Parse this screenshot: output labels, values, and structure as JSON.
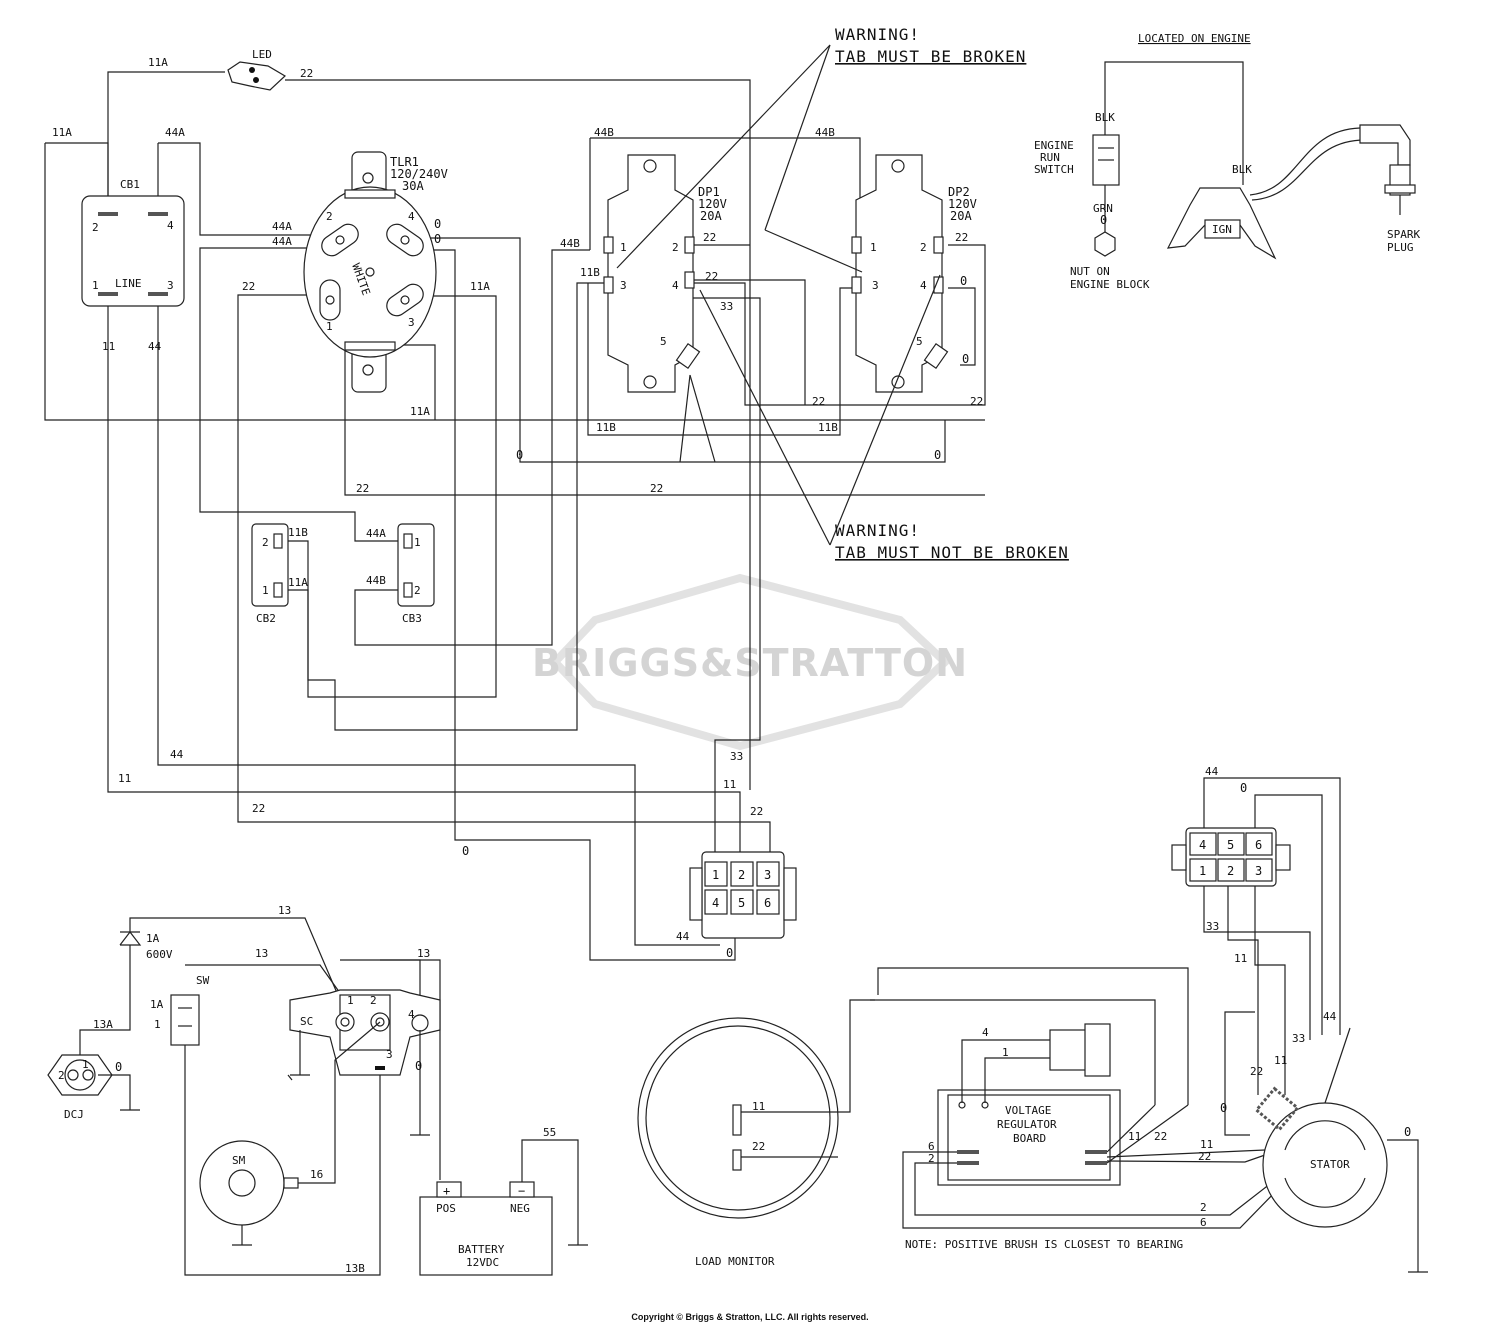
{
  "warnings": {
    "top": {
      "title": "WARNING!",
      "text": "TAB MUST BE BROKEN"
    },
    "bottom": {
      "title": "WARNING!",
      "text": "TAB MUST NOT BE BROKEN"
    }
  },
  "engine_box": {
    "title": "LOCATED ON ENGINE",
    "switch_label": [
      "ENGINE",
      "RUN",
      "SWITCH"
    ],
    "wire_blk": "BLK",
    "wire_grn": "GRN",
    "ground_label": [
      "NUT ON",
      "ENGINE BLOCK"
    ],
    "ignition_label": "IGN",
    "spark_label": [
      "SPARK",
      "PLUG"
    ]
  },
  "components": {
    "led": "LED",
    "cb1": {
      "name": "CB1",
      "sub": "LINE"
    },
    "cb2": "CB2",
    "cb3": "CB3",
    "tlr1": {
      "name": "TLR1",
      "rating": "120/240V",
      "amps": "30A",
      "insert": "WHITE"
    },
    "dp1": {
      "name": "DP1",
      "volts": "120V",
      "amps": "20A"
    },
    "dp2": {
      "name": "DP2",
      "volts": "120V",
      "amps": "20A"
    },
    "diode": {
      "amps": "1A",
      "volts": "600V"
    },
    "sw": {
      "name": "SW",
      "t1a": "1A",
      "t1": "1"
    },
    "sc": "SC",
    "dcj": "DCJ",
    "sm": "SM",
    "battery": {
      "pos": "POS",
      "neg": "NEG",
      "name": "BATTERY",
      "volts": "12VDC"
    },
    "load_monitor": "LOAD MONITOR",
    "vr_board": [
      "VOLTAGE",
      "REGULATOR",
      "BOARD"
    ],
    "stator": "STATOR"
  },
  "wire_labels": {
    "w11": "11",
    "w11a": "11A",
    "w11b": "11B",
    "w22": "22",
    "w33": "33",
    "w44": "44",
    "w44a": "44A",
    "w44b": "44B",
    "w0": "0",
    "w13": "13",
    "w13a": "13A",
    "w13b": "13B",
    "w16": "16",
    "w55": "55",
    "w1": "1",
    "w2": "2",
    "w4": "4",
    "w6": "6"
  },
  "pins": {
    "p1": "1",
    "p2": "2",
    "p3": "3",
    "p4": "4",
    "p5": "5",
    "p6": "6"
  },
  "note": "NOTE: POSITIVE BRUSH IS CLOSEST TO BEARING",
  "watermark": "BRIGGS&STRATTON",
  "copyright": "Copyright © Briggs & Stratton, LLC. All rights reserved."
}
